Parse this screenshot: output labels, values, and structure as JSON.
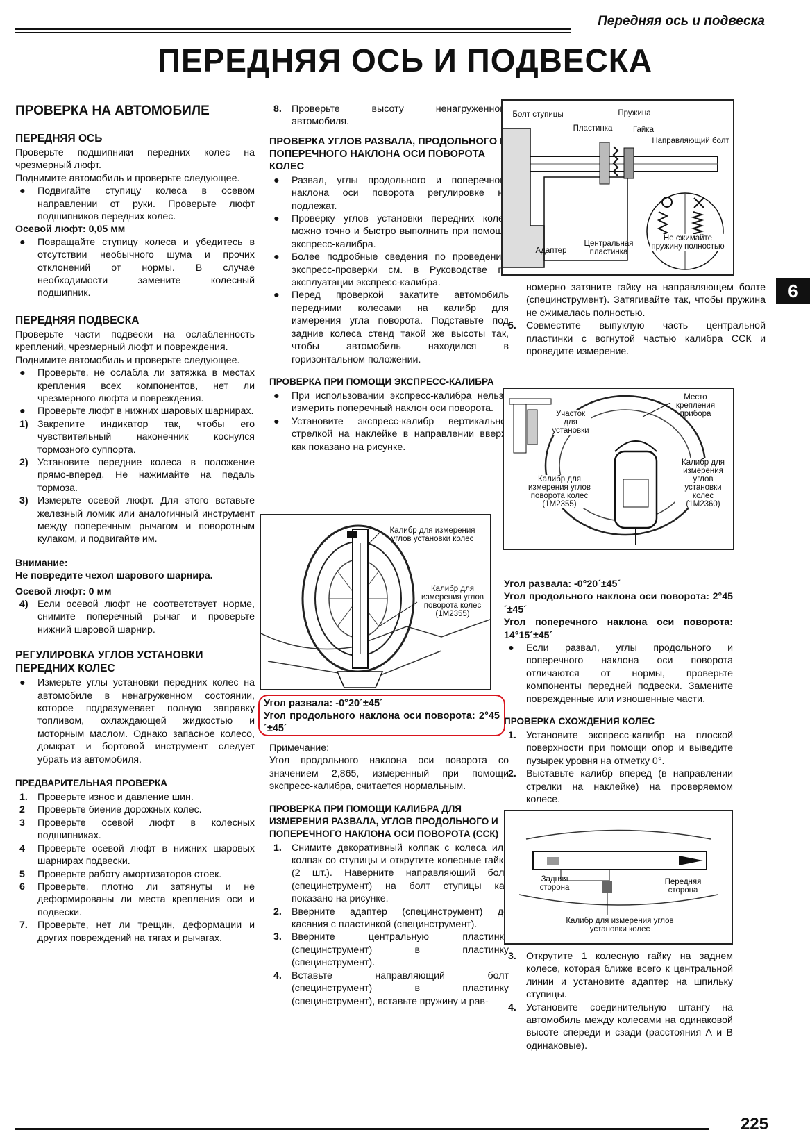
{
  "header": {
    "running_title": "Передняя ось и подвеска"
  },
  "title": "ПЕРЕДНЯЯ ОСЬ И ПОДВЕСКА",
  "side_tab": "6",
  "page_number": "225",
  "col1": {
    "h_check": "ПРОВЕРКА НА АВТОМОБИЛЕ",
    "h_front_axle": "ПЕРЕДНЯЯ ОСЬ",
    "p1": "Проверьте подшипники передних колес на чрезмерный люфт.",
    "p2": "Поднимите автомобиль и проверьте следующее.",
    "b1": "Подвигайте ступицу колеса в осевом направлении от руки. Проверьте люфт подшипников передних колес.",
    "axial1": "Осевой люфт: 0,05 мм",
    "b2": "Повращайте ступицу колеса и убедитесь в отсутствии необычного шума и прочих отклонений от нормы. В случае необходимости замените колесный подшипник.",
    "h_front_susp": "ПЕРЕДНЯЯ ПОДВЕСКА",
    "p3": "Проверьте части подвески на ослабленность креплений, чрезмерный люфт и повреждения.",
    "p4": "Поднимите автомобиль и проверьте следующее.",
    "b3": "Проверьте, не ослабла ли затяжка в местах крепления всех компонентов, нет ли чрезмерного люфта и повреждения.",
    "b4": "Проверьте люфт в нижних шаровых шарнирах.",
    "n1": "Закрепите индикатор так, чтобы его чувствительный наконечник коснулся тормозного суппорта.",
    "n2": "Установите передние колеса в положение прямо-вперед. Не нажимайте на педаль тормоза.",
    "n3": "Измерьте осевой люфт. Для этого вставьте железный ломик или аналогичный инструмент между поперечным рычагом и поворотным кулаком, и подвигайте им.",
    "warn_title": "Внимание:",
    "warn_text": "Не повредите чехол шарового шарнира.",
    "axial2": "Осевой люфт: 0 мм",
    "n4": "Если осевой люфт не соответствует норме, снимите поперечный рычаг и проверьте нижний шаровой шарнир.",
    "h_adjust": "РЕГУЛИРОВКА УГЛОВ УСТАНОВКИ ПЕРЕДНИХ КОЛЕС",
    "b5": "Измерьте углы установки передних колес на автомобиле в ненагруженном состоянии, которое подразумевает полную заправку топливом, охлаждающей жидкостью и моторным маслом. Однако запасное колесо, домкрат и бортовой инструмент следует убрать из автомобиля.",
    "h_prelim": "ПРЕДВАРИТЕЛЬНАЯ ПРОВЕРКА",
    "prelim": [
      "Проверьте износ и давление шин.",
      "Проверьте биение дорожных колес.",
      "Проверьте осевой люфт в колесных подшипниках.",
      "Проверьте осевой люфт в нижних шаровых шарнирах подвески.",
      "Проверьте работу амортизаторов стоек.",
      "Проверьте, плотно ли затянуты и не деформированы ли места крепления оси и подвески.",
      "Проверьте, нет ли трещин, деформации и других повреждений на тягах и рычагах."
    ]
  },
  "col2": {
    "item8": "Проверьте высоту ненагруженного автомобиля.",
    "h_angles": "ПРОВЕРКА УГЛОВ РАЗВАЛА, ПРОДОЛЬНОГО И ПОПЕРЕЧНОГО НАКЛОНА ОСИ ПОВОРОТА КОЛЕС",
    "a1": "Развал, углы продольного и поперечного наклона оси поворота регулировке не подлежат.",
    "a2": "Проверку углов установки передних колес можно точно и быстро выполнить при помощи экспресс-калибра.",
    "a3": "Более подробные сведения по проведению экспресс-проверки см. в Руководстве по эксплуатации экспресс-калибра.",
    "a4": "Перед проверкой закатите автомобиль передними колесами на калибр для измерения угла поворота. Подставьте под задние колеса стенд такой же высоты так, чтобы автомобиль находился в горизонтальном положении.",
    "h_express": "ПРОВЕРКА ПРИ ПОМОЩИ ЭКСПРЕСС-КАЛИБРА",
    "e1": "При использовании экспресс-калибра нельзя измерить поперечный наклон оси поворота.",
    "e2": "Установите экспресс-калибр вертикально, стрелкой на наклейке в направлении вверх, как показано на рисунке.",
    "fig_label1": "Калибр для измерения углов установки колес",
    "fig_label2": "Калибр для измерения углов поворота колес (1M2355)",
    "val1": "Угол развала: -0°20´±45´",
    "val2": "Угол продольного наклона оси поворота: 2°45´±45´",
    "note_title": "Примечание:",
    "note_text": "Угол продольного наклона оси поворота со значением 2,865, измеренный при помощи экспресс-калибра, считается нормальным.",
    "h_cck": "ПРОВЕРКА ПРИ ПОМОЩИ КАЛИБРА ДЛЯ ИЗМЕРЕНИЯ РАЗВАЛА, УГЛОВ ПРОДОЛЬНОГО И ПОПЕРЕЧНОГО НАКЛОНА ОСИ ПОВОРОТА (ССК)",
    "s1": "Снимите декоративный колпак с колеса или колпак со ступицы и открутите колесные гайки (2 шт.). Наверните направляющий болт (специнструмент) на болт ступицы как показано на рисунке.",
    "s2": "Вверните адаптер (специнструмент) до касания с пластинкой (специнструмент).",
    "s3": "Вверните центральную пластинку (специнструмент) в пластинку (специнструмент).",
    "s4": "Вставьте направляющий болт (специнструмент) в пластинку (специнструмент), вставьте пружину и рав-"
  },
  "col3": {
    "fig1": {
      "hub_bolt": "Болт ступицы",
      "plate": "Пластинка",
      "spring": "Пружина",
      "nut": "Гайка",
      "guide_bolt": "Направляющий болт",
      "adapter": "Адаптер",
      "center_plate": "Центральная пластинка",
      "no_compress": "Не сжимайте пружину полностью"
    },
    "s4_cont": "номерно затяните гайку на направляющем болте (специнструмент). Затягивайте так, чтобы пружина не сжималась полностью.",
    "s5": "Совместите выпуклую часть центральной пластинки с вогнутой частью калибра ССК и проведите измерение.",
    "fig2": {
      "mount": "Место крепления прибора",
      "section": "Участок для установки",
      "gauge_right": "Калибр для измерения углов установки колес (1M2360)",
      "gauge_left": "Калибр для измерения углов поворота колес (1M2355)"
    },
    "v1": "Угол развала: -0°20´±45´",
    "v2": "Угол продольного наклона оси поворота: 2°45´±45´",
    "v3": "Угол поперечного наклона оси поворота: 14°15´±45´",
    "c1": "Если развал, углы продольного и поперечного наклона оси поворота отличаются от нормы, проверьте компоненты передней подвески. Замените поврежденные или изношенные части.",
    "h_toe": "ПРОВЕРКА СХОЖДЕНИЯ КОЛЕС",
    "t1": "Установите экспресс-калибр на плоской поверхности при помощи опор и выведите пузырек уровня на отметку 0°.",
    "t2": "Выставьте калибр вперед (в направлении стрелки на наклейке) на проверяемом колесе.",
    "fig3": {
      "rear": "Задняя сторона",
      "front": "Передняя сторона",
      "gauge": "Калибр для измерения углов установки колес"
    },
    "t3": "Открутите 1 колесную гайку на заднем колесе, которая ближе всего к центральной линии и установите адаптер на шпильку ступицы.",
    "t4": "Установите соединительную штангу на автомобиль между колесами на одинаковой высоте спереди и сзади (расстояния А и В одинаковые)."
  }
}
